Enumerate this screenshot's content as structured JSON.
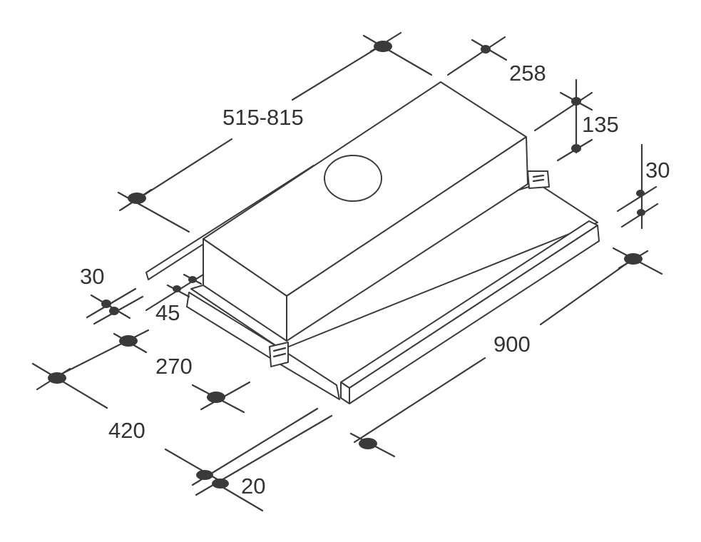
{
  "dimensions": {
    "depth_extendable": "515-815",
    "top_depth": "258",
    "chimney_height": "135",
    "right_lip": "30",
    "left_lip": "30",
    "front_offset": "45",
    "front_depth": "270",
    "total_depth": "420",
    "width": "900",
    "panel_thickness": "20"
  }
}
